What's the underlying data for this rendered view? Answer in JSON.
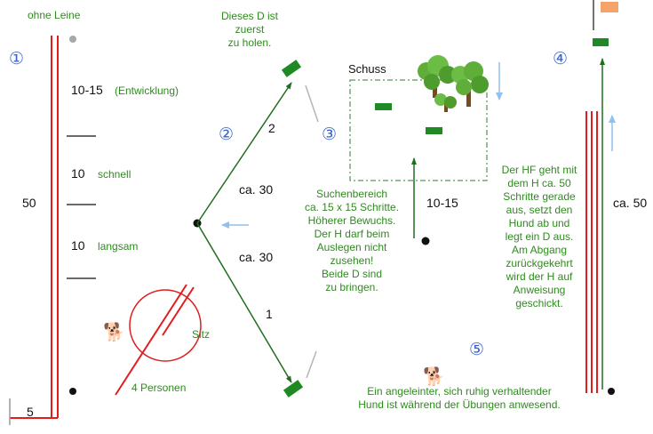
{
  "title_top_left": "ohne Leine",
  "first_item_note": "Dieses D ist\nzuerst\nzu holen.",
  "step_numbers": [
    "①",
    "②",
    "③",
    "④",
    "⑤"
  ],
  "left_track": {
    "total": "50",
    "bottom": "5",
    "sections": [
      {
        "distance": "10-15",
        "label": "(Entwicklung)"
      },
      {
        "distance": "10",
        "label": "schnell"
      },
      {
        "distance": "10",
        "label": "langsam"
      }
    ],
    "sit_label": "Sitz",
    "people_label": "4 Personen"
  },
  "retrieve": {
    "branch_2_label": "2",
    "branch_1_label": "1",
    "distance_upper": "ca. 30",
    "distance_lower": "ca. 30"
  },
  "search": {
    "shot_label": "Schuss",
    "approach_distance": "10-15",
    "description": "Suchenbereich\nca. 15 x 15 Schritte.\nHöherer Bewuchs.\nDer H darf beim\nAuslegen nicht\nzusehen!\nBeide D sind\nzu bringen."
  },
  "right_track": {
    "distance": "ca. 50",
    "description": "Der HF geht mit\ndem H ca. 50\nSchritte gerade\naus, setzt den\nHund ab und\nlegt ein D aus.\nAm Abgang\nzurückgekehrt\nwird der H auf\nAnweisung\ngeschickt."
  },
  "note_bottom": "Ein angeleinter, sich ruhig verhaltender\nHund ist während der Übungen anwesend.",
  "colors": {
    "track_red": "#e11d1d",
    "item_green": "#1f8a24",
    "text_green": "#2e8b1e",
    "number_blue": "#3a63c9",
    "arrow_light_blue": "#8fc0ee",
    "flag": "#f4a36a"
  }
}
